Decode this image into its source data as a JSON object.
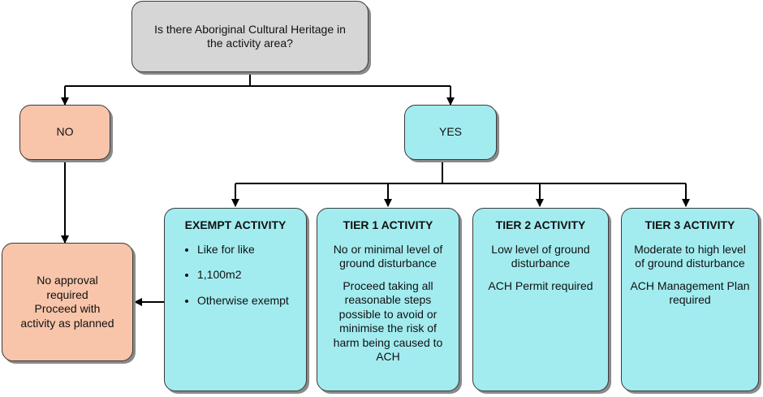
{
  "question": "Is there Aboriginal Cultural Heritage in the activity area?",
  "no_label": "NO",
  "yes_label": "YES",
  "no_outcome": [
    "No approval",
    "required",
    "Proceed with",
    "activity as planned"
  ],
  "exempt": {
    "title": "EXEMPT ACTIVITY",
    "items": [
      "Like for like",
      "1,100m2",
      "Otherwise exempt"
    ]
  },
  "tier1": {
    "title": "TIER  1 ACTIVITY",
    "desc": "No or minimal level of ground disturbance",
    "action": "Proceed taking all reasonable steps possible to avoid or minimise the risk of harm being caused to ACH"
  },
  "tier2": {
    "title": "TIER  2 ACTIVITY",
    "desc": "Low level of ground disturbance",
    "action": "ACH Permit required"
  },
  "tier3": {
    "title": "TIER  3 ACTIVITY",
    "desc": "Moderate to high level of ground disturbance",
    "action": "ACH Management Plan required"
  },
  "colors": {
    "question_fill": "#d6d6d6",
    "no_fill": "#f8c5aa",
    "yes_fill": "#a2ecf0"
  }
}
